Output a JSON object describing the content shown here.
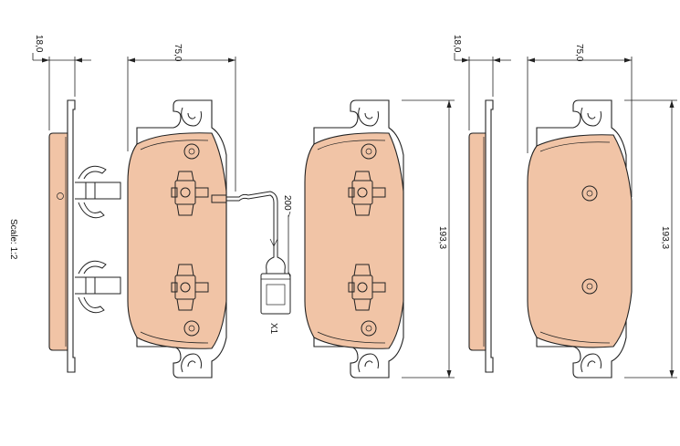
{
  "drawing": {
    "scale_label": "Scale: 1:2",
    "left_set": {
      "thickness_label": "18,0",
      "width_label": "75,0",
      "height_label": "193,3",
      "wire_length_label": "200",
      "connector_label": "X1"
    },
    "right_set": {
      "thickness_label": "18,0",
      "width_label": "75,0",
      "height_label": "193,3"
    },
    "colors": {
      "friction_material": "#f1c4a6",
      "outline": "#222222",
      "background": "#ffffff"
    }
  }
}
